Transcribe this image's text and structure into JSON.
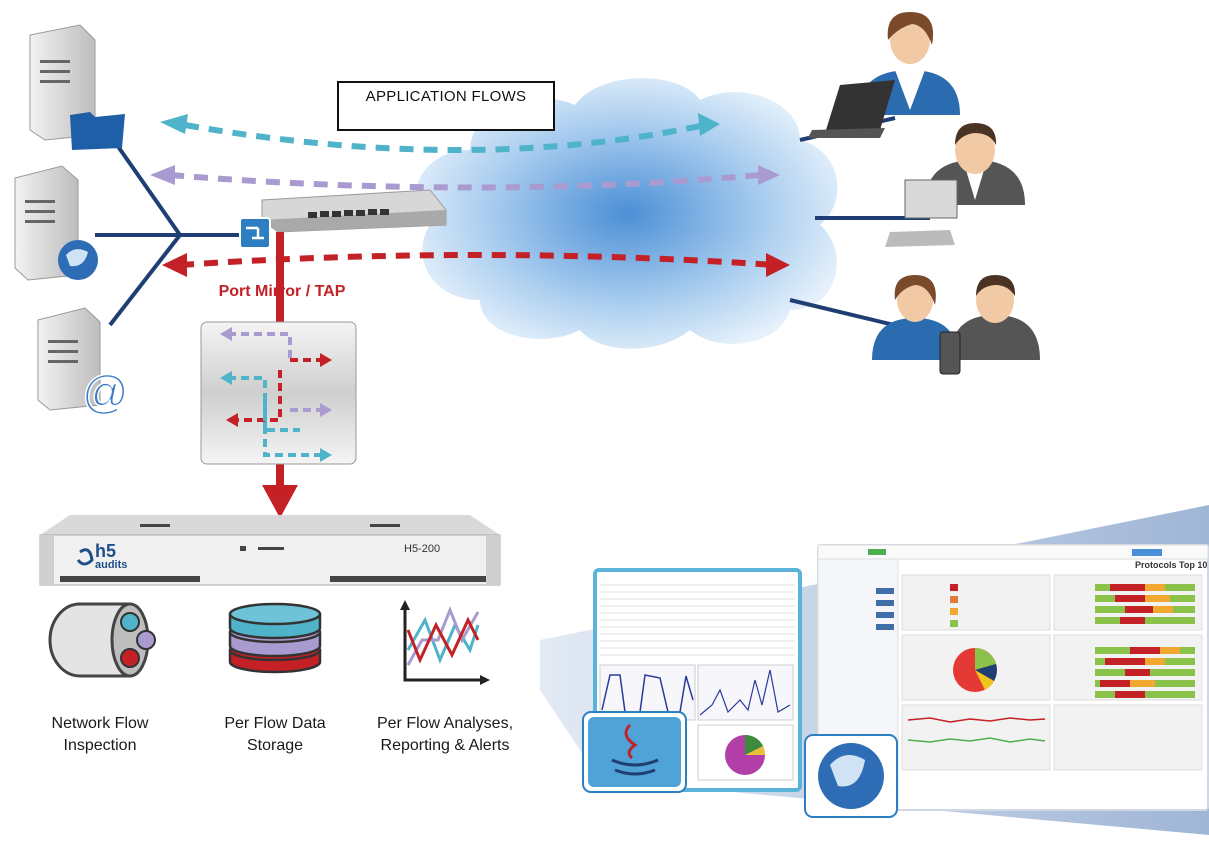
{
  "legend": {
    "title": "APPLICATION FLOWS"
  },
  "tap_label": "Port Mirror / TAP",
  "appliance": {
    "model": "H5-200",
    "brand_top": "h5",
    "brand_bottom": "audits"
  },
  "features": [
    {
      "line1": "Network Flow",
      "line2": "Inspection"
    },
    {
      "line1": "Per Flow Data",
      "line2": "Storage"
    },
    {
      "line1": "Per Flow Analyses,",
      "line2": "Reporting & Alerts"
    }
  ],
  "dashboard": {
    "title": "Protocols Top 10"
  },
  "colors": {
    "flow_cyan": "#4fb3c9",
    "flow_lilac": "#a99bcf",
    "flow_red": "#c42127",
    "link_blue": "#1f3f74"
  }
}
